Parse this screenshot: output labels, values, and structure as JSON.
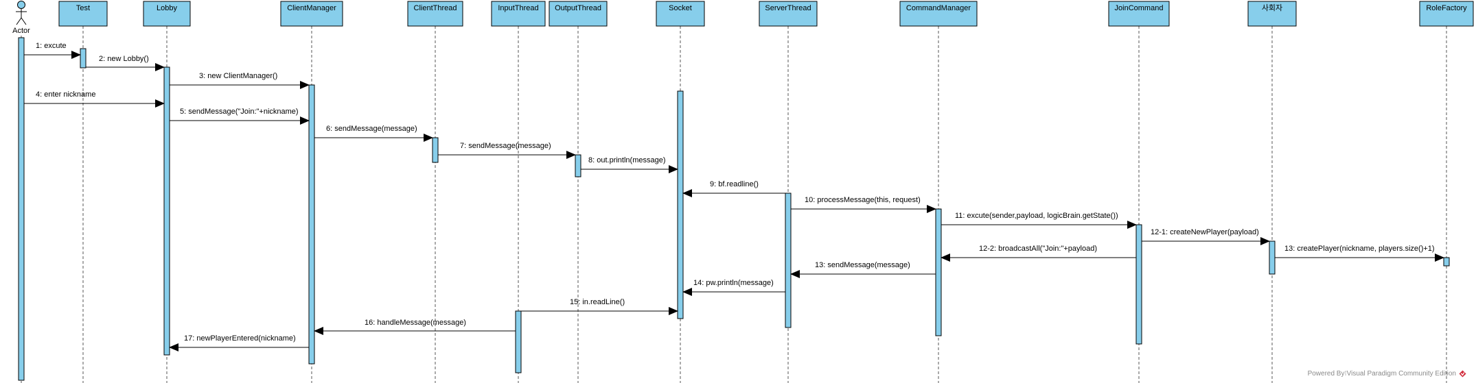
{
  "actor": {
    "label": "Actor"
  },
  "participants": [
    {
      "label": "Test"
    },
    {
      "label": "Lobby"
    },
    {
      "label": "ClientManager"
    },
    {
      "label": "ClientThread"
    },
    {
      "label": "InputThread"
    },
    {
      "label": "OutputThread"
    },
    {
      "label": "Socket"
    },
    {
      "label": "ServerThread"
    },
    {
      "label": "CommandManager"
    },
    {
      "label": "JoinCommand"
    },
    {
      "label": "사회자"
    },
    {
      "label": "RoleFactory"
    }
  ],
  "messages": [
    {
      "label": "1: excute"
    },
    {
      "label": "2: new Lobby()"
    },
    {
      "label": "3: new ClientManager()"
    },
    {
      "label": "4: enter nickname"
    },
    {
      "label": "5: sendMessage(\"Join:\"+nickname)"
    },
    {
      "label": "6: sendMessage(message)"
    },
    {
      "label": "7: sendMessage(message)"
    },
    {
      "label": "8: out.println(message)"
    },
    {
      "label": "9: bf.readline()"
    },
    {
      "label": "10: processMessage(this, request)"
    },
    {
      "label": "11: excute(sender,payload, logicBrain.getState())"
    },
    {
      "label": "12-1: createNewPlayer(payload)"
    },
    {
      "label": "12-2: broadcastAll(\"Join:\"+payload)"
    },
    {
      "label": "13: createPlayer(nickname, players.size()+1)"
    },
    {
      "label": "13: sendMessage(message)"
    },
    {
      "label": "14: pw.println(message)"
    },
    {
      "label": "15: in.readLine()"
    },
    {
      "label": "16: handleMessage(message)"
    },
    {
      "label": "17: newPlayerEntered(nickname)"
    }
  ],
  "footer": {
    "credit": "Powered By⁝Visual Paradigm Community Edition"
  },
  "colors": {
    "box_fill": "#87ceeb",
    "activation_fill": "#87ceeb",
    "line": "#000000",
    "lifeline": "#555555",
    "logo": "#d22d3d"
  }
}
